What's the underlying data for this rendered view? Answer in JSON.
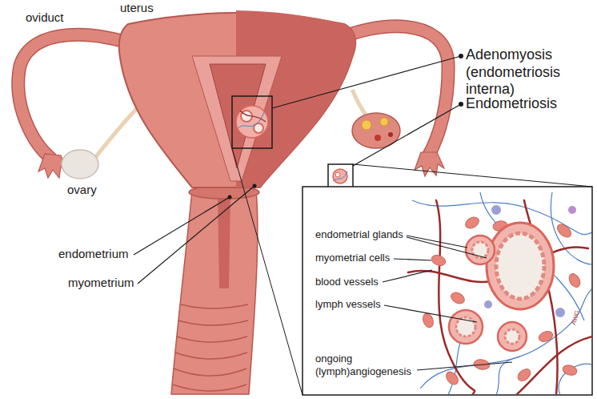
{
  "diagram": {
    "labels": [
      "uterus",
      "oviduct",
      "ovary",
      "endometrium",
      "myometrium",
      "Adenomyosis (endometriosis interna)",
      "Endometriosis",
      "endometrial glands",
      "myometrial cells",
      "blood vessels",
      "lymph vessels",
      "ongoing (lymph)angiogenesis",
      "AWG"
    ]
  }
}
